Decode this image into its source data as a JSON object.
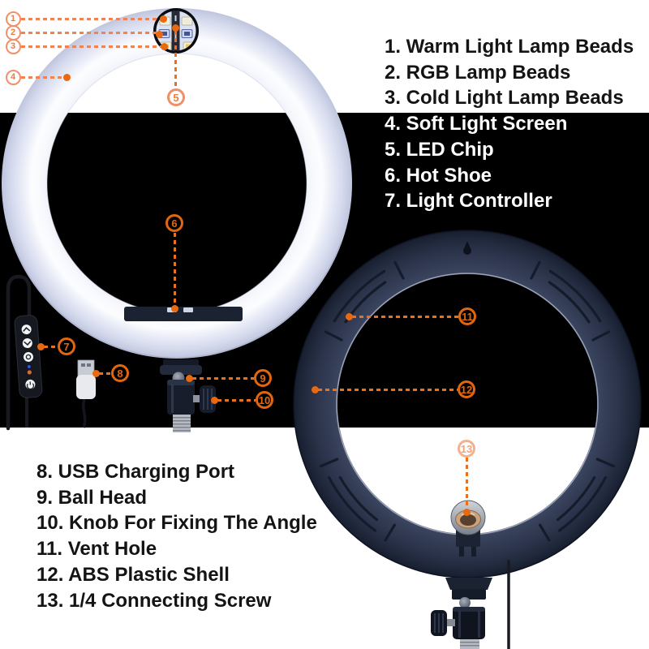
{
  "figure_type": "ring-light parts diagram",
  "legend_top": {
    "items": [
      "1. Warm Light Lamp Beads",
      "2. RGB Lamp Beads",
      "3. Cold Light Lamp Beads",
      "4. Soft Light Screen",
      "5. LED Chip",
      "6. Hot Shoe",
      "7. Light Controller"
    ]
  },
  "legend_bottom": {
    "items": [
      "8. USB Charging Port",
      "9. Ball Head",
      "10. Knob For Fixing The Angle",
      "11. Vent Hole",
      "12. ABS Plastic Shell",
      "13. 1/4 Connecting Screw"
    ]
  },
  "callouts": [
    "1",
    "2",
    "3",
    "4",
    "5",
    "6",
    "7",
    "8",
    "9",
    "10",
    "11",
    "12",
    "13"
  ],
  "icons": {
    "controller_buttons": [
      "brightness-up-icon",
      "brightness-down-icon",
      "mode-icon",
      "power-icon"
    ]
  },
  "colors": {
    "accent_orange": "#e8690f",
    "accent_salmon": "#ef8452",
    "background_band": "#000000",
    "shell_navy": "#2c354c",
    "diffuser_lavender": "#e7eaf6",
    "text_dark": "#141414",
    "text_light": "#ffffff"
  }
}
